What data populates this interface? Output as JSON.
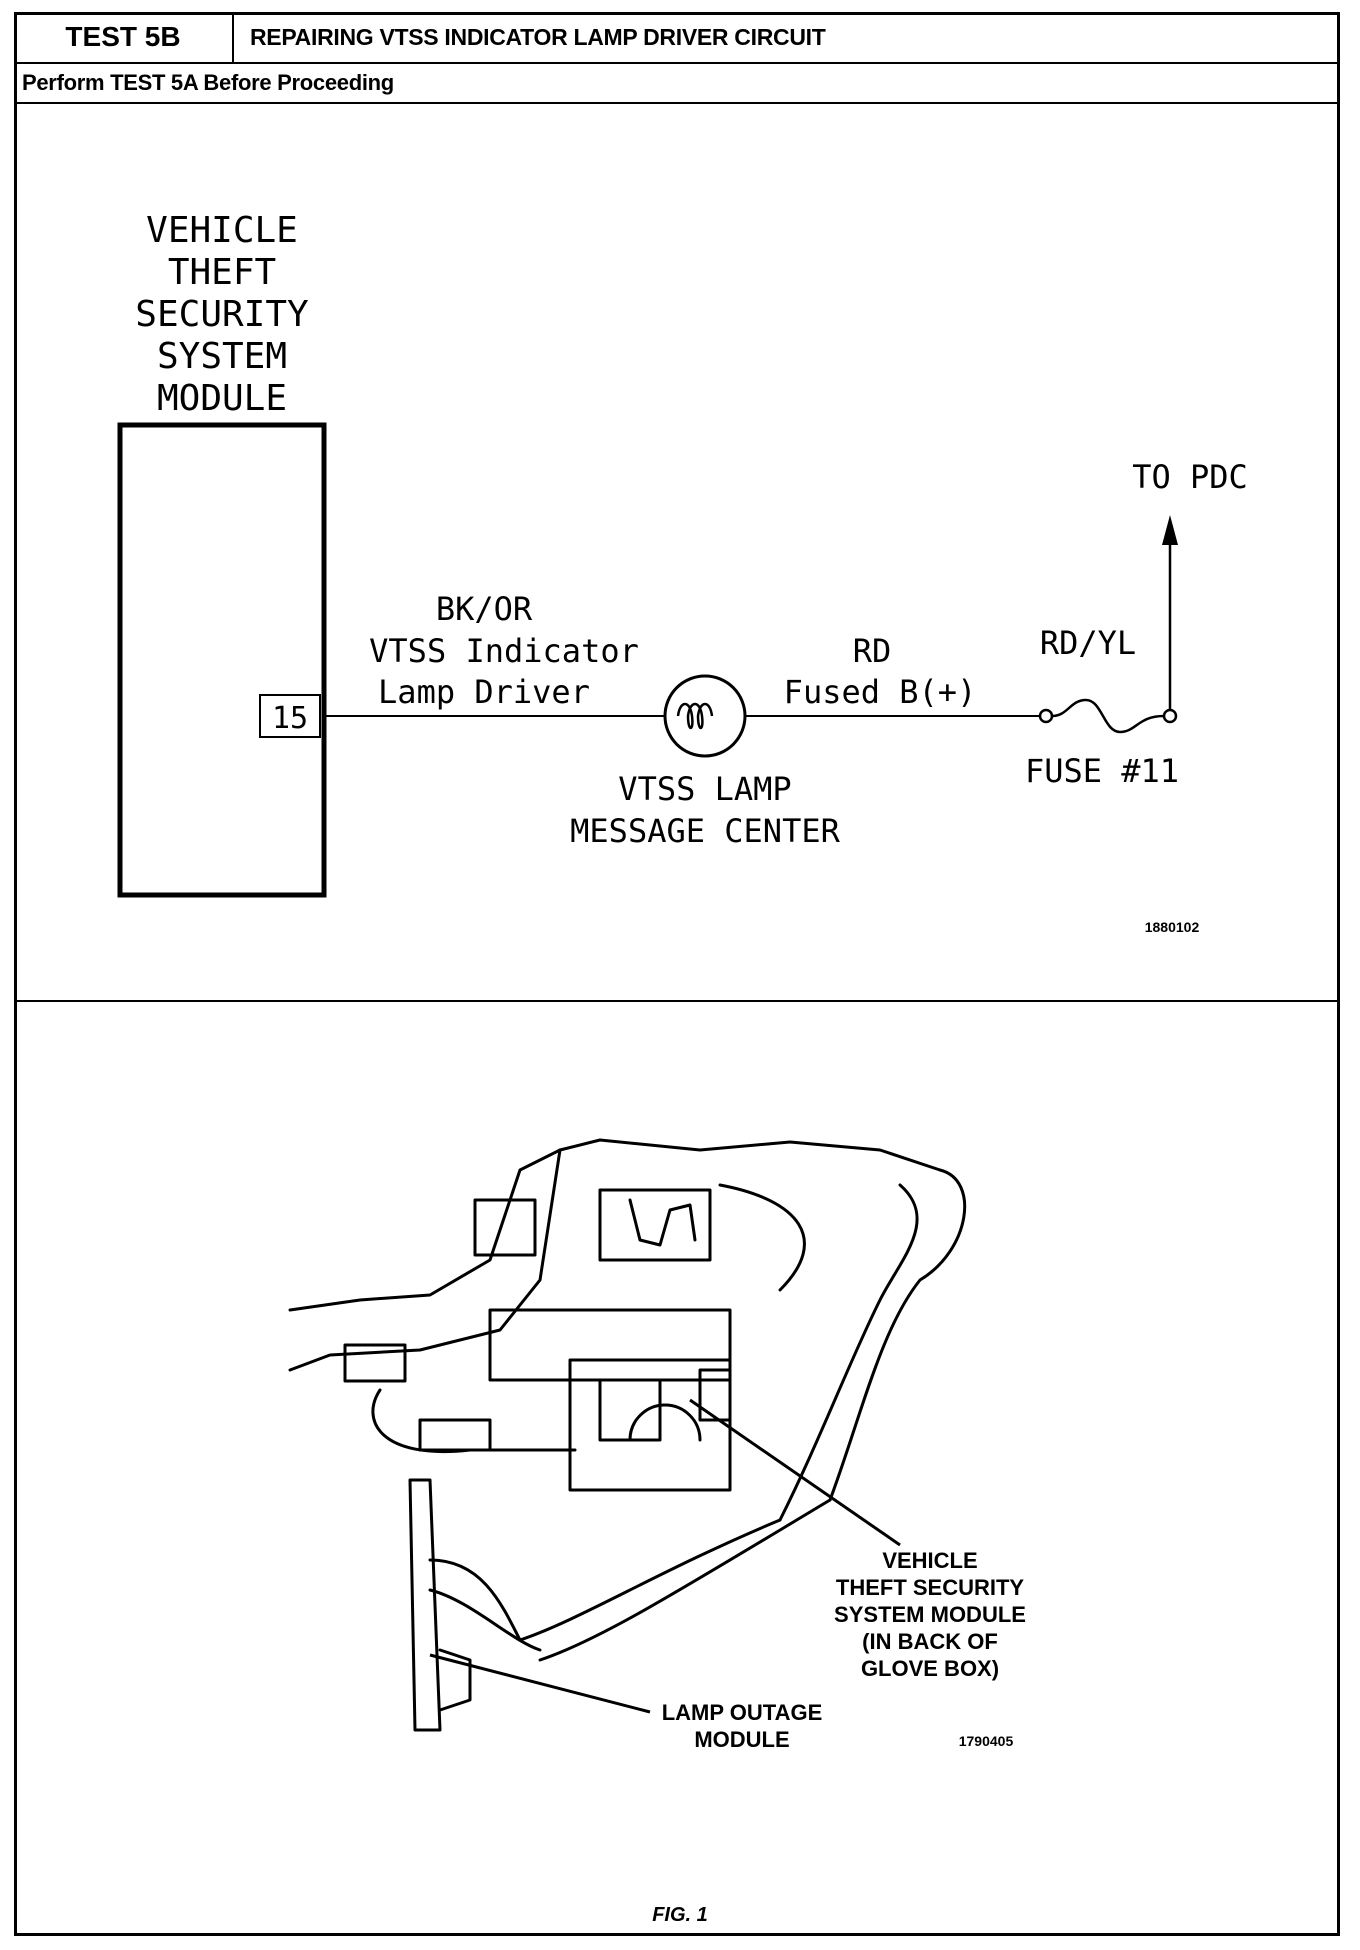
{
  "header": {
    "test_id": "TEST 5B",
    "title": "REPAIRING VTSS INDICATOR LAMP DRIVER CIRCUIT"
  },
  "subheader": "Perform TEST 5A Before Proceeding",
  "schematic": {
    "module_label": [
      "VEHICLE",
      "THEFT",
      "SECURITY",
      "SYSTEM",
      "MODULE"
    ],
    "pin": "15",
    "wire1_color": "BK/OR",
    "wire1_name_line1": "VTSS Indicator",
    "wire1_name_line2": "Lamp Driver",
    "lamp_label_line1": "VTSS LAMP",
    "lamp_label_line2": "MESSAGE CENTER",
    "wire2_color": "RD",
    "wire2_name": "Fused B(+)",
    "wire3_color": "RD/YL",
    "fuse_label": "FUSE #11",
    "destination": "TO PDC",
    "ref_number": "1880102"
  },
  "illustration": {
    "callout_module": [
      "VEHICLE",
      "THEFT SECURITY",
      "SYSTEM MODULE",
      "(IN BACK OF",
      "GLOVE BOX)"
    ],
    "callout_lamp_outage": [
      "LAMP OUTAGE",
      "MODULE"
    ],
    "ref_number": "1790405",
    "caption": "FIG. 1"
  }
}
